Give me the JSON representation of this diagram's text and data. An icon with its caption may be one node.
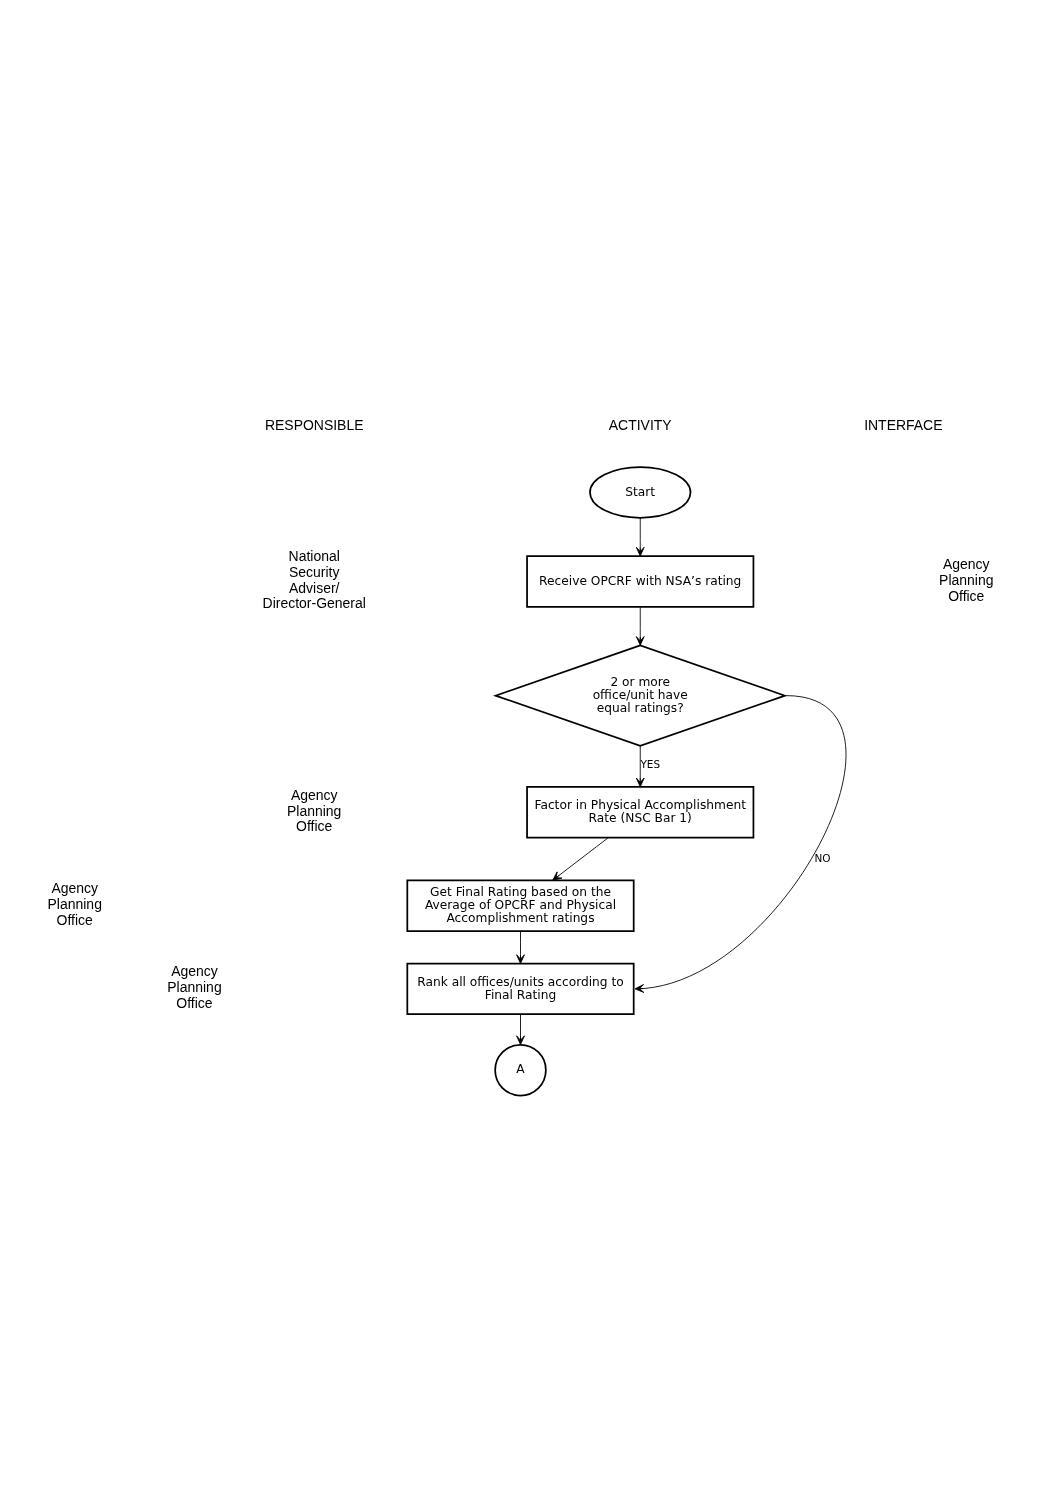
{
  "diagram": {
    "nodes": [
      {
        "text": [
          "Start"
        ]
      },
      {
        "text": [
          "Receive OPCRF with NSA’s rating"
        ]
      },
      {
        "text": [
          "2 or more office/unit have equal ratings?"
        ]
      },
      {
        "text": [
          "Factor in Physical Accomplishment Rate (NSC Bar 1)"
        ]
      },
      {
        "text": [
          "Get Final Rating based on the Average of OPCRF and Physical Accomplishment ratings"
        ]
      },
      {
        "text": [
          "Rank all offices/units according to Final Rating"
        ]
      },
      {
        "text": [
          "A"
        ]
      }
    ],
    "edges": [
      {
        "from": 0,
        "to": 1,
        "arrow": "to"
      },
      {
        "from": 1,
        "to": 2,
        "arrow": "to"
      },
      {
        "from": 2,
        "to": 3,
        "arrow": "to",
        "label": "YES"
      },
      {
        "from": 2,
        "to": 5,
        "arrow": "to",
        "label": "NO"
      },
      {
        "from": 3,
        "to": 4,
        "arrow": "to"
      },
      {
        "from": 4,
        "to": 5,
        "arrow": "to"
      },
      {
        "from": 5,
        "to": 6,
        "arrow": "to"
      }
    ],
    "labels": [
      "RESPONSIBLE",
      "ACTIVITY",
      "INTERFACE",
      "National Security Adviser/ Director-General",
      "Agency Planning Office",
      "Agency Planning Office",
      "Agency Planning Office",
      "Agency Planning Office"
    ]
  }
}
